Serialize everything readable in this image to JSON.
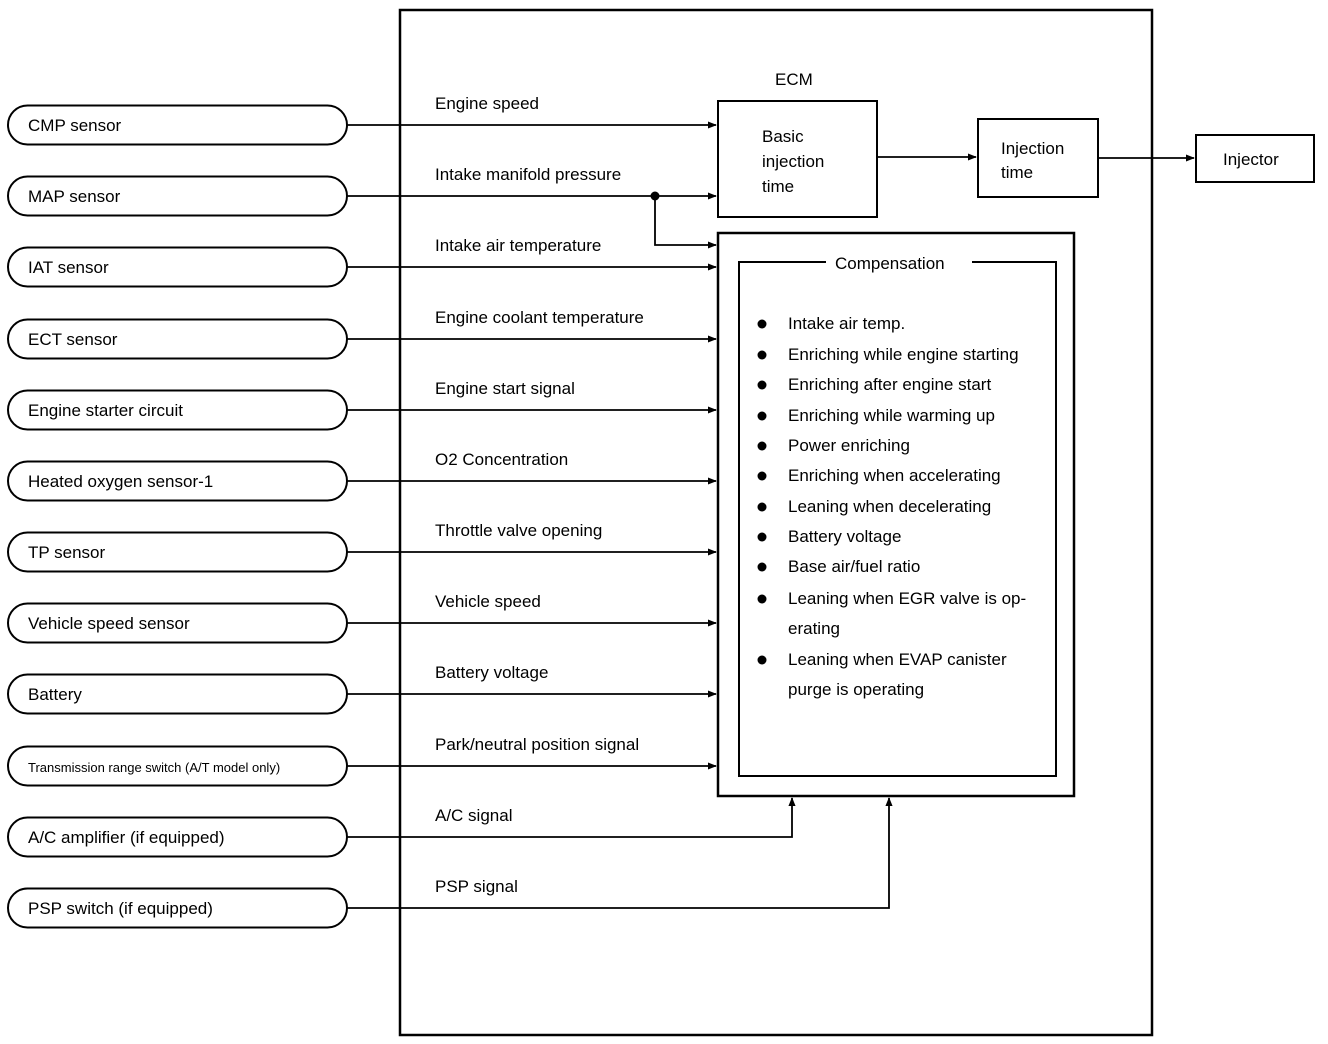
{
  "ecm": {
    "title": "ECM",
    "basic_injection": [
      "Basic",
      "injection",
      "time"
    ],
    "injection_time": [
      "Injection",
      "time"
    ],
    "injector": "Injector"
  },
  "compensation": {
    "title": "Compensation",
    "items": [
      [
        "Intake air temp."
      ],
      [
        "Enriching while engine starting"
      ],
      [
        "Enriching after engine start"
      ],
      [
        "Enriching while warming up"
      ],
      [
        "Power enriching"
      ],
      [
        "Enriching when accelerating"
      ],
      [
        "Leaning when decelerating"
      ],
      [
        "Battery voltage"
      ],
      [
        "Base air/fuel ratio"
      ],
      [
        "Leaning when EGR valve is op-",
        "erating"
      ],
      [
        "Leaning when EVAP canister",
        "purge is operating"
      ]
    ]
  },
  "inputs": [
    {
      "sensor": "CMP sensor",
      "signal": "Engine speed"
    },
    {
      "sensor": "MAP sensor",
      "signal": "Intake manifold pressure"
    },
    {
      "sensor": "IAT sensor",
      "signal": "Intake air temperature"
    },
    {
      "sensor": "ECT sensor",
      "signal": "Engine coolant temperature"
    },
    {
      "sensor": "Engine starter circuit",
      "signal": "Engine start signal"
    },
    {
      "sensor": "Heated oxygen sensor-1",
      "signal": "O2 Concentration"
    },
    {
      "sensor": "TP sensor",
      "signal": "Throttle valve opening"
    },
    {
      "sensor": "Vehicle speed sensor",
      "signal": "Vehicle speed"
    },
    {
      "sensor": "Battery",
      "signal": "Battery voltage"
    },
    {
      "sensor": "Transmission range switch (A/T model only)",
      "signal": "Park/neutral position signal"
    },
    {
      "sensor": "A/C amplifier (if equipped)",
      "signal": "A/C signal"
    },
    {
      "sensor": "PSP switch (if equipped)",
      "signal": "PSP signal"
    }
  ]
}
